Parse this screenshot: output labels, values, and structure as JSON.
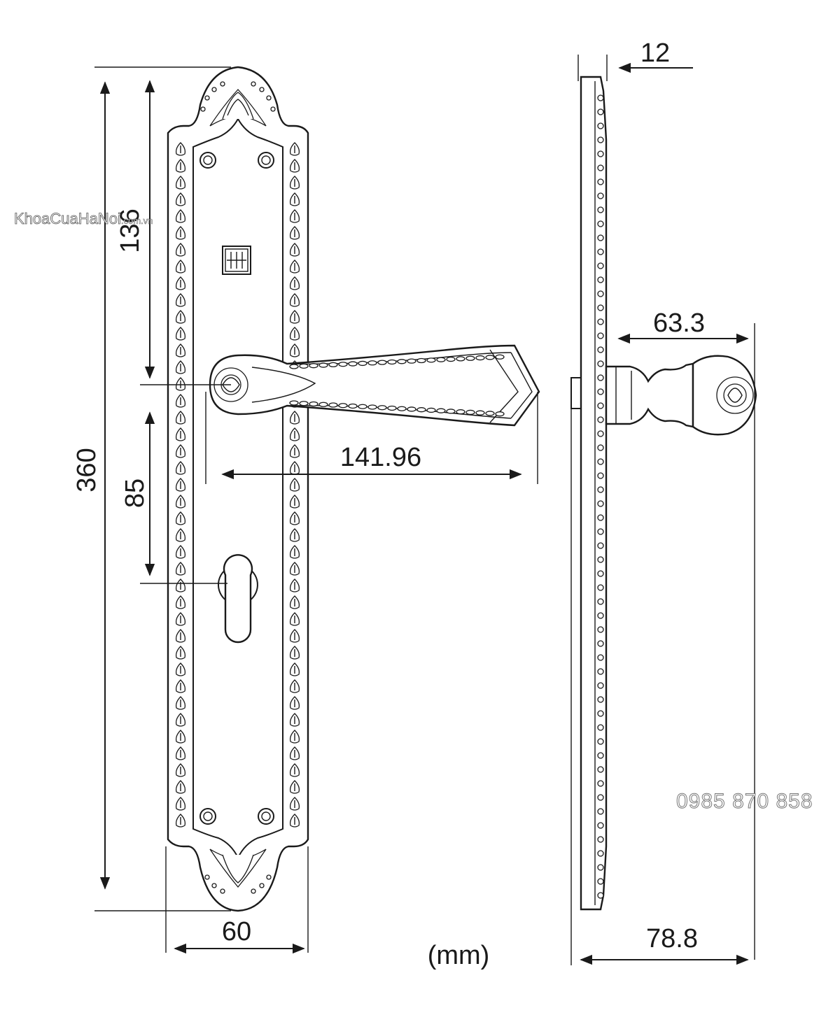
{
  "dimensions": {
    "total_height": "360",
    "top_to_handle": "136",
    "handle_to_key": "85",
    "plate_width": "60",
    "handle_length": "141.96",
    "plate_thickness": "12",
    "handle_projection": "63.3",
    "total_projection": "78.8"
  },
  "unit_label": "(mm)",
  "watermark": {
    "brand": "KhoaCuaHaNoi",
    "domain": ".com.vn",
    "phone": "0985 870 858"
  },
  "colors": {
    "line": "#1a1a1a",
    "background": "#ffffff"
  }
}
